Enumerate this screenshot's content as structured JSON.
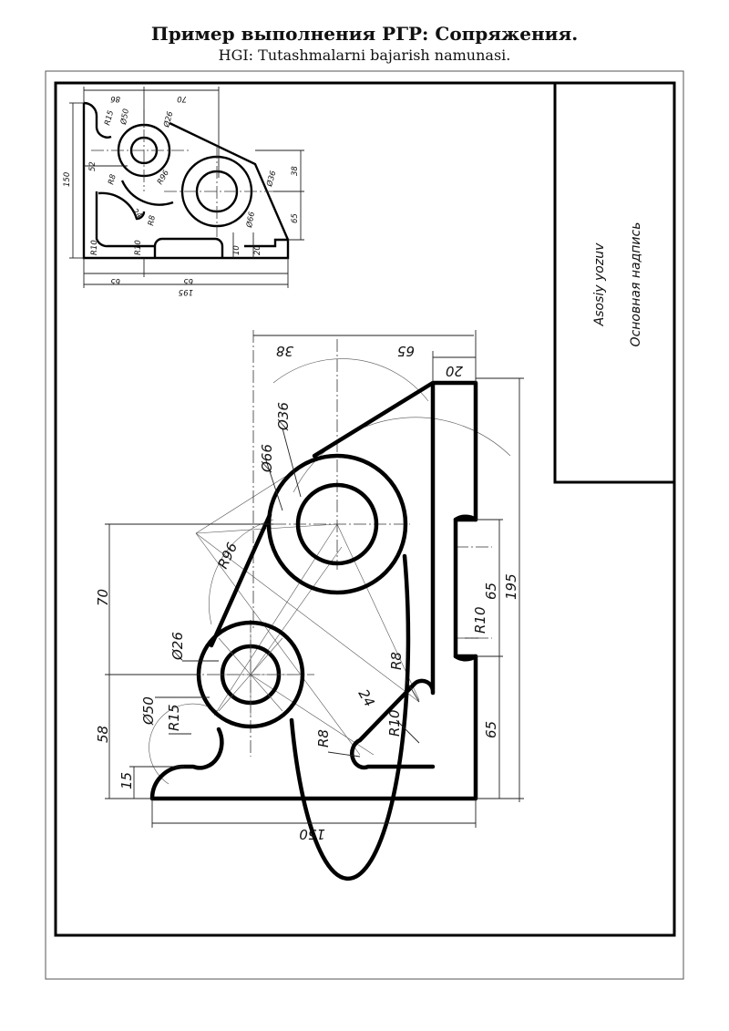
{
  "header": {
    "title": "Пример выполнения РГР: Сопряжения.",
    "subtitle": "HGI: Tutashmalarni bajarish namunasi."
  },
  "title_block": {
    "line1": "Asosiy yozuv",
    "line2": "Основная надпись"
  },
  "main_dims": {
    "d38": "38",
    "d65top": "65",
    "d20": "20",
    "d66": "Ø66",
    "d36": "Ø36",
    "r96": "R96",
    "d70": "70",
    "d26": "Ø26",
    "d50": "Ø50",
    "r15": "R15",
    "d58": "58",
    "d15": "15",
    "r8a": "R8",
    "r8b": "R8",
    "r10a": "R10",
    "r10b": "R10",
    "d24": "24",
    "d65a": "65",
    "d65b": "65",
    "d195": "195",
    "d150": "150"
  },
  "thumb_dims": {
    "t86": "86",
    "t70": "70",
    "tr15": "R15",
    "td50": "Ø50",
    "td26": "Ø26",
    "t150": "150",
    "t52": "52",
    "tr8": "R8",
    "tr96": "R96",
    "td36": "Ø36",
    "t38": "38",
    "t24": "24",
    "tr8b": "R8",
    "td66": "Ø66",
    "t65r": "65",
    "tr10": "R10",
    "tr10b": "R10",
    "t10": "10",
    "t20": "20",
    "t65a": "65",
    "t65b": "65",
    "t195": "195"
  }
}
